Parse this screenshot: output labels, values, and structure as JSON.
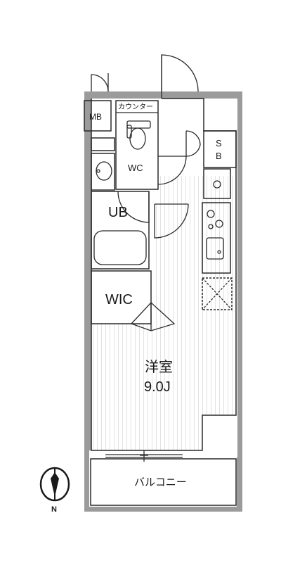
{
  "rooms": {
    "mb": "MB",
    "counter": "カウンター",
    "wc": "WC",
    "sb_top": "S",
    "sb_bottom": "B",
    "ub": "UB",
    "wic": "WIC",
    "western_room": "洋室",
    "western_room_size": "9.0J",
    "balcony": "バルコニー"
  },
  "compass": {
    "north": "N"
  },
  "colors": {
    "wall": "#9b9b9b",
    "outline": "#2a2a2a",
    "floor_stripe": "#e4e4e4"
  }
}
